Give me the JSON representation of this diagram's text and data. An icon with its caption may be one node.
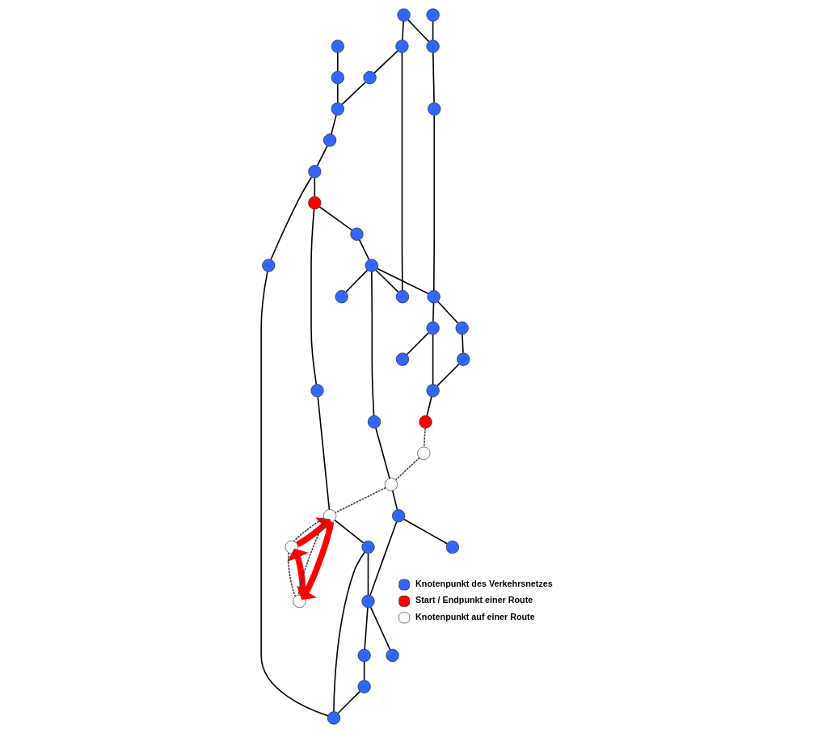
{
  "diagram": {
    "nodes": [
      {
        "text": [],
        "shape": "circle"
      },
      {
        "text": [],
        "shape": "circle"
      },
      {
        "text": [],
        "shape": "circle"
      },
      {
        "text": [],
        "shape": "circle"
      },
      {
        "text": [],
        "shape": "circle"
      },
      {
        "text": [],
        "shape": "circle"
      },
      {
        "text": [],
        "shape": "circle"
      },
      {
        "text": [],
        "shape": "circle"
      },
      {
        "text": [],
        "shape": "circle"
      },
      {
        "text": [],
        "shape": "circle"
      },
      {
        "text": [],
        "shape": "circle"
      },
      {
        "text": [],
        "shape": "circle"
      },
      {
        "text": [],
        "shape": "circle"
      },
      {
        "text": [],
        "shape": "circle"
      },
      {
        "text": [],
        "shape": "circle"
      },
      {
        "text": [],
        "shape": "circle"
      },
      {
        "text": [],
        "shape": "circle"
      },
      {
        "text": [],
        "shape": "circle"
      },
      {
        "text": [],
        "shape": "circle"
      },
      {
        "text": [],
        "shape": "circle"
      },
      {
        "text": [],
        "shape": "circle"
      },
      {
        "text": [],
        "shape": "circle"
      },
      {
        "text": [],
        "shape": "circle"
      },
      {
        "text": [],
        "shape": "circle"
      },
      {
        "text": [],
        "shape": "circle"
      },
      {
        "text": [],
        "shape": "circle"
      },
      {
        "text": [],
        "shape": "circle"
      },
      {
        "text": [],
        "shape": "circle"
      },
      {
        "text": [],
        "shape": "circle"
      },
      {
        "text": [],
        "shape": "circle"
      },
      {
        "text": [],
        "shape": "circle"
      },
      {
        "text": [],
        "shape": "circle"
      },
      {
        "text": [],
        "shape": "circle"
      },
      {
        "text": [],
        "shape": "circle"
      },
      {
        "text": [],
        "shape": "circle"
      },
      {
        "text": [],
        "shape": "circle"
      },
      {
        "text": [],
        "shape": "circle"
      },
      {
        "text": [],
        "shape": "circle"
      },
      {
        "text": [],
        "shape": "circle"
      }
    ],
    "edges": [
      {
        "from": 0,
        "to": 1,
        "arrow": "none"
      },
      {
        "from": 0,
        "to": 7,
        "arrow": "none"
      },
      {
        "from": 2,
        "to": 7,
        "arrow": "none"
      },
      {
        "from": 7,
        "to": 13,
        "arrow": "none"
      },
      {
        "from": 1,
        "to": 9,
        "arrow": "none"
      },
      {
        "from": 1,
        "to": 10,
        "arrow": "none"
      },
      {
        "from": 10,
        "to": 11,
        "arrow": "none"
      },
      {
        "from": 3,
        "to": 4,
        "arrow": "none"
      },
      {
        "from": 4,
        "to": 11,
        "arrow": "none"
      },
      {
        "from": 11,
        "to": 5,
        "arrow": "none"
      },
      {
        "from": 5,
        "to": 6,
        "arrow": "none"
      },
      {
        "from": 6,
        "to": 12,
        "arrow": "none"
      },
      {
        "from": 6,
        "to": 16,
        "arrow": "none"
      },
      {
        "from": 16,
        "to": 21,
        "arrow": "none"
      },
      {
        "from": 12,
        "to": 15,
        "arrow": "none"
      },
      {
        "from": 15,
        "to": 14,
        "arrow": "none"
      },
      {
        "from": 14,
        "to": 9,
        "arrow": "none"
      },
      {
        "from": 14,
        "to": 8,
        "arrow": "none"
      },
      {
        "from": 14,
        "to": 19,
        "arrow": "none"
      },
      {
        "from": 14,
        "to": 25,
        "arrow": "none"
      },
      {
        "from": 13,
        "to": 19,
        "arrow": "none"
      },
      {
        "from": 19,
        "to": 20,
        "arrow": "none"
      },
      {
        "from": 20,
        "to": 23,
        "arrow": "none"
      },
      {
        "from": 23,
        "to": 30,
        "arrow": "none"
      },
      {
        "from": 19,
        "to": 24,
        "arrow": "none"
      },
      {
        "from": 24,
        "to": 29,
        "arrow": "none"
      },
      {
        "from": 24,
        "to": 30,
        "arrow": "none"
      },
      {
        "from": 30,
        "to": 35,
        "arrow": "none"
      },
      {
        "from": 25,
        "to": 31,
        "arrow": "none"
      },
      {
        "from": 31,
        "to": 33,
        "arrow": "none"
      },
      {
        "from": 33,
        "to": 37,
        "arrow": "none"
      },
      {
        "from": 33,
        "to": 32,
        "arrow": "none"
      },
      {
        "from": 32,
        "to": 38,
        "arrow": "none"
      },
      {
        "from": 32,
        "to": 34,
        "arrow": "none"
      },
      {
        "from": 34,
        "to": 28,
        "arrow": "none"
      },
      {
        "from": 28,
        "to": 21,
        "arrow": "none"
      },
      {
        "from": 21,
        "to": 27,
        "arrow": "none"
      },
      {
        "from": 27,
        "to": 32,
        "arrow": "none"
      },
      {
        "from": 12,
        "to": 22,
        "arrow": "none"
      },
      {
        "from": 22,
        "to": 26,
        "arrow": "none"
      },
      {
        "from": 26,
        "to": 27,
        "arrow": "none"
      },
      {
        "from": 35,
        "to": 36,
        "arrow": "none",
        "style": "dashed",
        "color": "#404040"
      },
      {
        "from": 36,
        "to": 31,
        "arrow": "none",
        "style": "dashed",
        "color": "#404040"
      },
      {
        "from": 31,
        "to": 26,
        "arrow": "none",
        "style": "dashed",
        "color": "#404040"
      },
      {
        "from": 26,
        "to": 18,
        "arrow": "none",
        "style": "dashed",
        "color": "#404040"
      },
      {
        "from": 26,
        "to": 17,
        "arrow": "none",
        "style": "dashed",
        "color": "#404040"
      },
      {
        "from": 18,
        "to": 17,
        "arrow": "none",
        "style": "dashed",
        "color": "#404040"
      },
      {
        "from": 17,
        "to": 18,
        "arrow": "to",
        "style": "thick",
        "color": "#ff0000"
      },
      {
        "from": 18,
        "to": 26,
        "arrow": "to",
        "style": "thick",
        "color": "#ff0000"
      },
      {
        "from": 26,
        "to": 17,
        "arrow": "to",
        "style": "thick",
        "color": "#ff0000"
      }
    ],
    "legend": [
      {
        "text": "Knotenpunkt des Verkehrsnetzes",
        "color": "#3366ff"
      },
      {
        "text": "Start / Endpunkt einer Route",
        "color": "#ff0000"
      },
      {
        "text": "Knotenpunkt auf einer Route",
        "color": "#ffffff"
      }
    ]
  }
}
